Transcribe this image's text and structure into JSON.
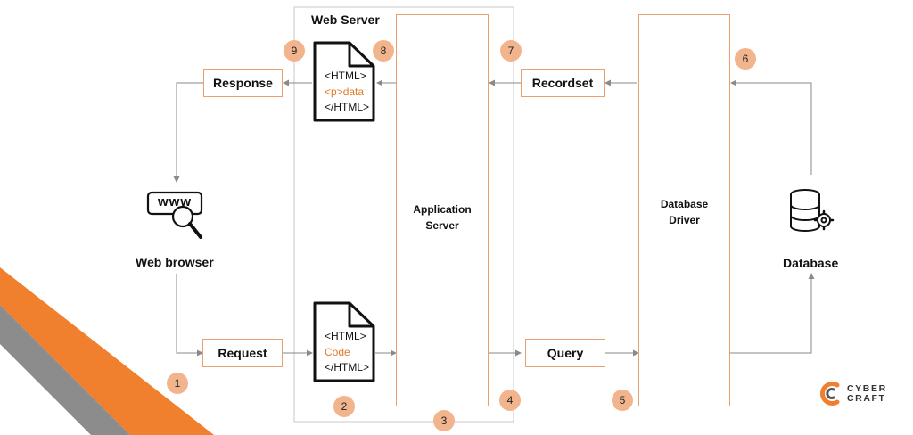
{
  "web_server": {
    "title": "Web Server"
  },
  "app_server": {
    "line1": "Application",
    "line2": "Server"
  },
  "db_driver": {
    "line1": "Database",
    "line2": "Driver"
  },
  "labels": {
    "response": "Response",
    "request": "Request",
    "recordset": "Recordset",
    "query": "Query"
  },
  "captions": {
    "web_browser": "Web browser",
    "database": "Database"
  },
  "doc_top": {
    "line1": "<HTML>",
    "line2": "<p>data",
    "line3": "</HTML>"
  },
  "doc_bottom": {
    "line1": "<HTML>",
    "line2": "Code",
    "line3": "</HTML>"
  },
  "www_icon_text": "www",
  "steps": [
    "1",
    "2",
    "3",
    "4",
    "5",
    "6",
    "7",
    "8",
    "9"
  ],
  "brand": {
    "line1": "CYBER",
    "line2": "CRAFT"
  },
  "colors": {
    "accent_orange": "#f07f2e",
    "stripe_gray": "#8c8c8c",
    "badge_fill": "#f2b48c",
    "box_border": "#e9a070",
    "highlight_text": "#e07b28"
  }
}
